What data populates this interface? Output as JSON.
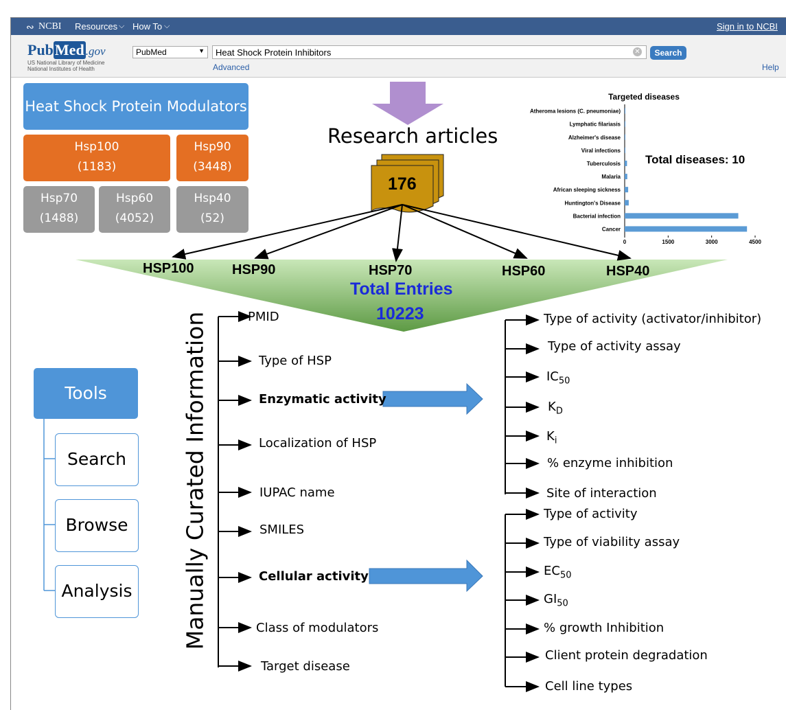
{
  "ncbi": {
    "logo": "NCBI",
    "resources": "Resources",
    "howto": "How To",
    "signin": "Sign in to NCBI"
  },
  "pubmed": {
    "logo_pub": "Pub",
    "logo_med": "Med",
    "logo_gov": ".gov",
    "sub1": "US National Library of Medicine",
    "sub2": "National Institutes of Health",
    "database": "PubMed",
    "query": "Heat Shock Protein Inhibitors",
    "search_label": "Search",
    "advanced": "Advanced",
    "help": "Help"
  },
  "modulators": {
    "title": "Heat Shock Protein Modulators",
    "hsp100": {
      "name": "Hsp100",
      "count": "(1183)"
    },
    "hsp90": {
      "name": "Hsp90",
      "count": "(3448)"
    },
    "hsp70": {
      "name": "Hsp70",
      "count": "(1488)"
    },
    "hsp60": {
      "name": "Hsp60",
      "count": "(4052)"
    },
    "hsp40": {
      "name": "Hsp40",
      "count": "(52)"
    }
  },
  "research": {
    "title": "Research articles",
    "count": "176"
  },
  "chart_data": {
    "type": "bar",
    "orientation": "horizontal",
    "title": "Targeted diseases",
    "categories": [
      "Atheroma lesions (C. pneumoniae)",
      "Lymphatic filariasis",
      "Alzheimer's disease",
      "Viral infections",
      "Tuberculosis",
      "Malaria",
      "African sleeping sickness",
      "Huntington's Disease",
      "Bacterial infection",
      "Cancer"
    ],
    "values": [
      2,
      2,
      2,
      5,
      80,
      90,
      120,
      140,
      3920,
      4220
    ],
    "xlim": [
      0,
      4500
    ],
    "xticks": [
      "0",
      "1500",
      "3000",
      "4500"
    ],
    "annotation": "Total diseases: 10",
    "color": "#5b9bd5"
  },
  "hsp_types": [
    "HSP100",
    "HSP90",
    "HSP70",
    "HSP60",
    "HSP40"
  ],
  "total": {
    "label": "Total Entries",
    "value": "10223"
  },
  "curated": {
    "title": "Manually Curated Information",
    "items": [
      "PMID",
      "Type of HSP",
      "Enzymatic activity",
      "Localization of HSP",
      "IUPAC name",
      "SMILES",
      "Cellular activity",
      "Class of modulators",
      "Target disease"
    ]
  },
  "enzymatic": {
    "item0": "Type of activity (activator/inhibitor)",
    "item1": "Type of activity assay",
    "ic": "IC",
    "ic_sub": "50",
    "kd": "K",
    "kd_sub": "D",
    "ki": "K",
    "ki_sub": "i",
    "item5": "% enzyme inhibition",
    "item6": "Site of interaction"
  },
  "cellular": {
    "item0": "Type of activity",
    "item1": "Type of viability assay",
    "ec": "EC",
    "ec_sub": "50",
    "gi": "GI",
    "gi_sub": "50",
    "item4": "% growth Inhibition",
    "item5": "Client protein degradation",
    "item6": "Cell line types"
  },
  "tools": {
    "title": "Tools",
    "items": [
      "Search",
      "Browse",
      "Analysis"
    ]
  },
  "colors": {
    "blue": "#4f95d8",
    "orange": "#e46f23",
    "gray": "#9a9a9a",
    "purple": "#b08fcf",
    "green": "#b7dca3",
    "gold": "#c8920e",
    "total_blue": "#1a2bd8"
  }
}
